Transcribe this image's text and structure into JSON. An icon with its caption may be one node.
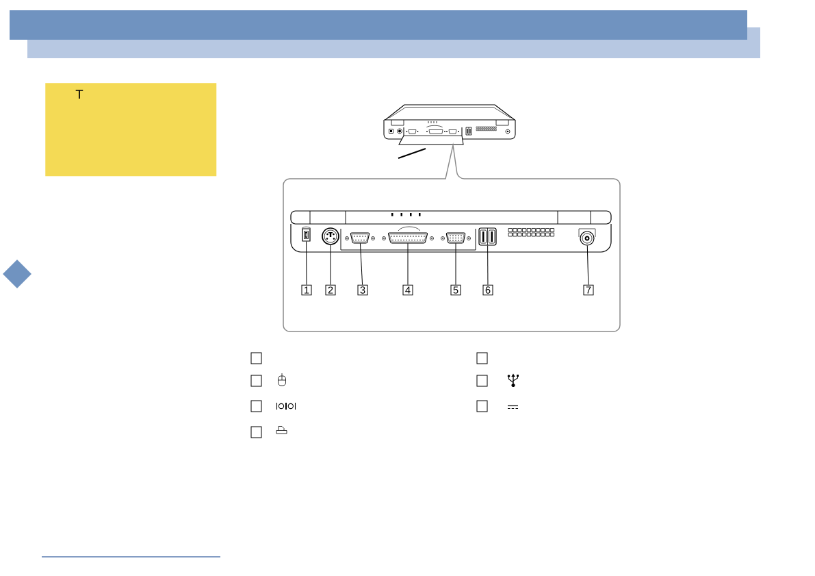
{
  "diagram": {
    "nodes": [
      {
        "text": [
          "T"
        ]
      },
      {
        "text": [],
        "shape": "picture"
      },
      {
        "text": [],
        "shape": "picture"
      },
      {
        "text": [],
        "shape": "picture"
      },
      {
        "text": [],
        "shape": "picture"
      },
      {
        "text": [],
        "shape": "picture"
      },
      {
        "text": [],
        "shape": "picture"
      },
      {
        "text": [],
        "shape": "picture"
      },
      {
        "text": [
          "1"
        ]
      },
      {
        "text": [
          "2"
        ]
      },
      {
        "text": [
          "3"
        ]
      },
      {
        "text": [
          "4"
        ]
      },
      {
        "text": [
          "5"
        ]
      },
      {
        "text": [
          "6"
        ]
      },
      {
        "text": [
          "7"
        ]
      },
      {
        "text": [],
        "shape": "box"
      },
      {
        "text": [],
        "shape": "box"
      },
      {
        "text": [],
        "shape": "box"
      },
      {
        "text": [],
        "shape": "box"
      },
      {
        "text": [],
        "shape": "box"
      },
      {
        "text": [],
        "shape": "box"
      },
      {
        "text": [],
        "shape": "box"
      }
    ],
    "edges": [
      {
        "from": 8,
        "to": 1,
        "arrow": "none"
      },
      {
        "from": 9,
        "to": 2,
        "arrow": "none"
      },
      {
        "from": 10,
        "to": 3,
        "arrow": "none"
      },
      {
        "from": 11,
        "to": 4,
        "arrow": "none"
      },
      {
        "from": 12,
        "to": 5,
        "arrow": "none"
      },
      {
        "from": 13,
        "to": 6,
        "arrow": "none"
      },
      {
        "from": 14,
        "to": 7,
        "arrow": "none"
      }
    ]
  }
}
